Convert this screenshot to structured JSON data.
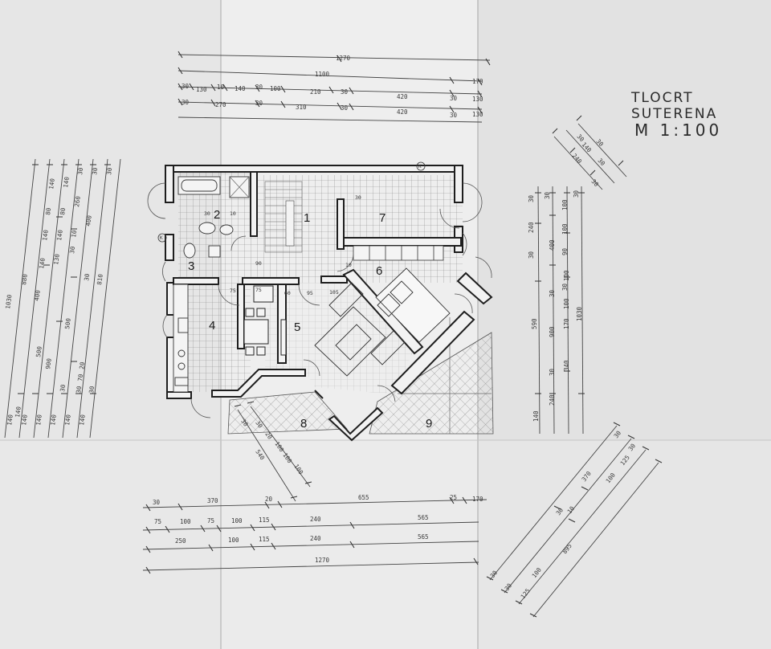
{
  "header": {
    "title": "TLOCRT SUTERENA",
    "scale": "M 1:100"
  },
  "rooms": [
    "1",
    "2",
    "3",
    "4",
    "5",
    "6",
    "7",
    "8",
    "9"
  ],
  "markers": [
    "K",
    "K"
  ],
  "dimensions": {
    "top_row1": [
      "1270"
    ],
    "top_row2": [
      "1100",
      "170"
    ],
    "top_row3": [
      "30",
      "130",
      "10",
      "140",
      "30",
      "100",
      "210",
      "30",
      "420",
      "30",
      "130"
    ],
    "top_row4": [
      "30",
      "270",
      "30",
      "310",
      "30",
      "420",
      "30",
      "130"
    ],
    "left_col1": [
      "1030"
    ],
    "left_col2": [
      "880",
      "140"
    ],
    "left_col3": [
      "140",
      "80",
      "140",
      "140",
      "400",
      "500"
    ],
    "left_col4": [
      "140",
      "80",
      "140",
      "130",
      "900"
    ],
    "left_col5": [
      "30",
      "260",
      "10",
      "30",
      "500",
      "30"
    ],
    "left_col6": [
      "30",
      "400",
      "30",
      "20",
      "70",
      "30"
    ],
    "left_col7": [
      "30",
      "810",
      "30"
    ],
    "left_bottom": [
      "140",
      "140",
      "140",
      "140",
      "140",
      "140"
    ],
    "right_col1": [
      "30",
      "240",
      "400",
      "30",
      "590",
      "30",
      "240",
      "140"
    ],
    "right_col2": [
      "30",
      "100",
      "100",
      "90",
      "30",
      "900",
      "30"
    ],
    "right_col3": [
      "30",
      "100",
      "100",
      "170",
      "340"
    ],
    "right_col4": [
      "1030"
    ],
    "bottom_row1": [
      "30",
      "370",
      "20",
      "655",
      "25",
      "170"
    ],
    "bottom_row2": [
      "75",
      "100",
      "75",
      "100",
      "115",
      "240",
      "565"
    ],
    "bottom_row3": [
      "250",
      "100",
      "115",
      "240",
      "565"
    ],
    "bottom_row4": [
      "1270"
    ],
    "diag_ne": [
      "30",
      "140",
      "30",
      "240",
      "30",
      "30"
    ],
    "diag_se": [
      "30",
      "30",
      "125",
      "100",
      "30",
      "370",
      "30",
      "125",
      "100",
      "895",
      "10",
      "30"
    ],
    "diag_sw": [
      "30",
      "30",
      "20",
      "100",
      "540",
      "100",
      "100"
    ],
    "interior": [
      "75",
      "90",
      "75",
      "60",
      "95",
      "105",
      "30",
      "10",
      "30",
      "10"
    ]
  }
}
